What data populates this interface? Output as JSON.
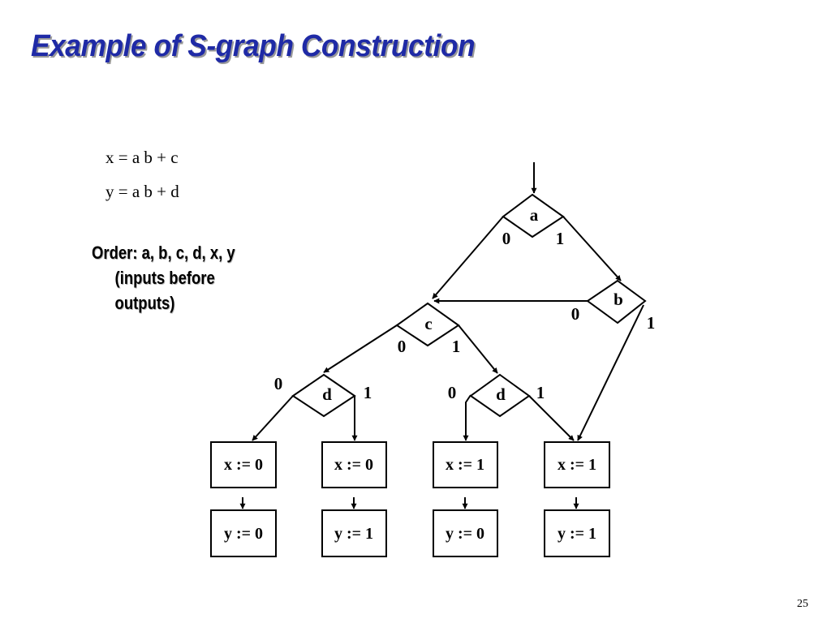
{
  "title": "Example of S-graph Construction",
  "equations": [
    "x = a b + c",
    "y = a b + d"
  ],
  "order": {
    "line1": "Order: a, b, c, d, x, y",
    "line2": "(inputs before outputs)"
  },
  "diagram": {
    "decision_nodes": [
      {
        "id": "a",
        "label": "a",
        "branch_0": "0",
        "branch_1": "1"
      },
      {
        "id": "b",
        "label": "b",
        "branch_0": "0",
        "branch_1": "1"
      },
      {
        "id": "c",
        "label": "c",
        "branch_0": "0",
        "branch_1": "1"
      },
      {
        "id": "d1",
        "label": "d",
        "branch_0": "0",
        "branch_1": "1"
      },
      {
        "id": "d2",
        "label": "d",
        "branch_0": "0",
        "branch_1": "1"
      }
    ],
    "x_assignments": [
      "x := 0",
      "x := 0",
      "x := 1",
      "x := 1"
    ],
    "y_assignments": [
      "y := 0",
      "y := 1",
      "y := 0",
      "y := 1"
    ]
  },
  "page_number": "25"
}
